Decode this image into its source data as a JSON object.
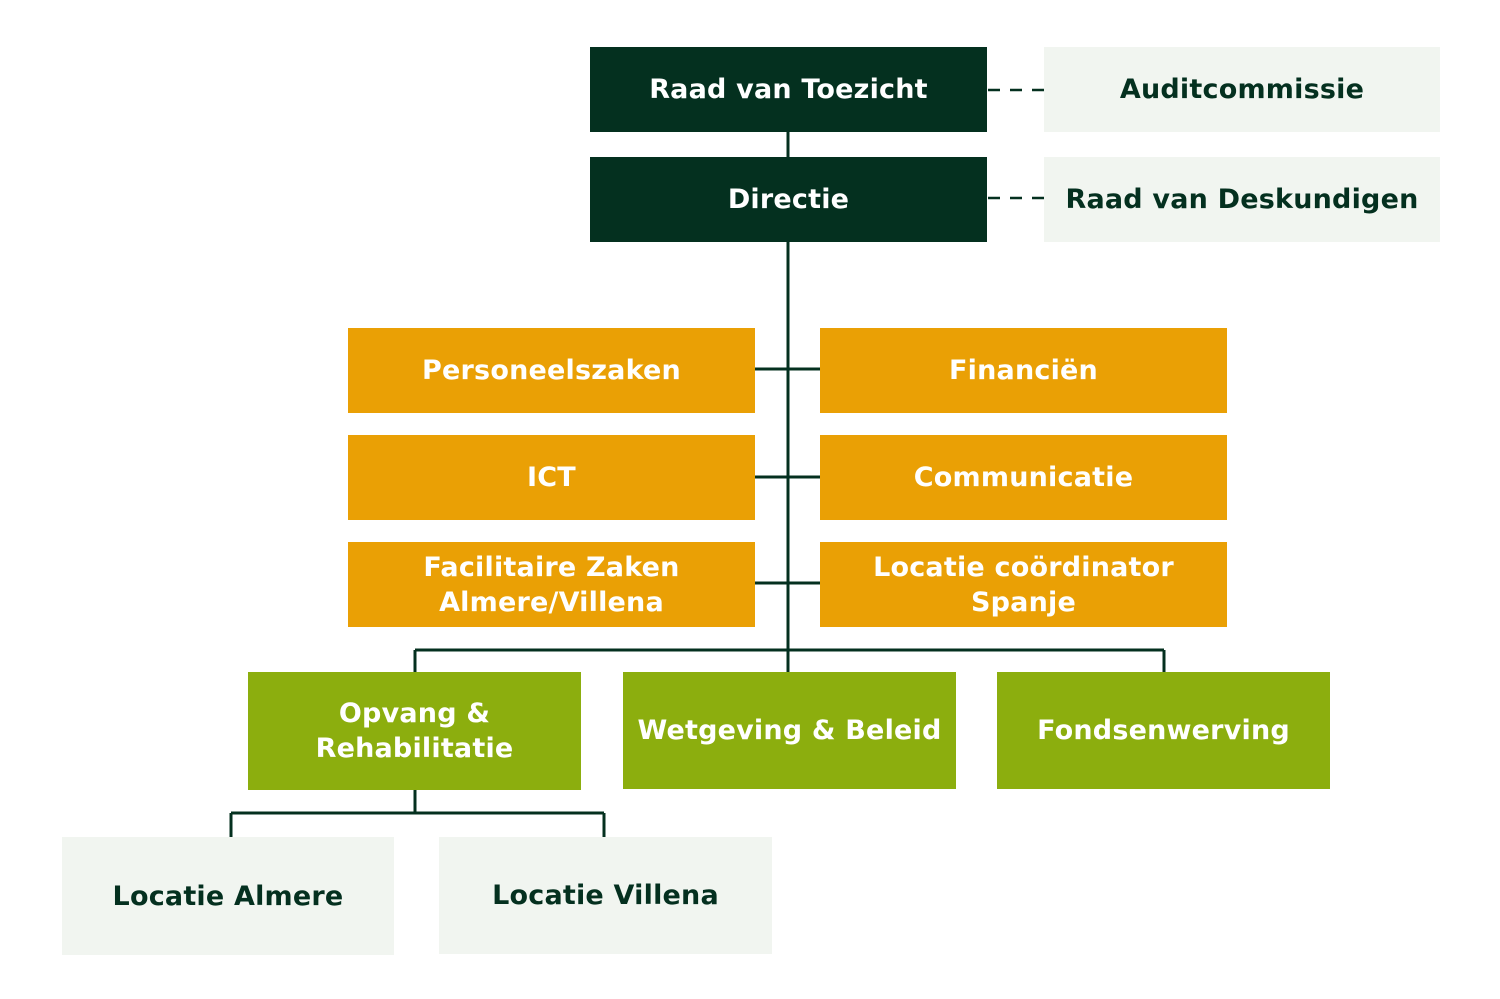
{
  "org_chart": {
    "colors": {
      "dark": "#04301f",
      "light": "#f1f5f0",
      "orange": "#eaa005",
      "green": "#8cae0e",
      "line": "#04301f"
    },
    "top": {
      "board": "Raad van Toezicht",
      "audit": "Auditcommissie",
      "directie": "Directie",
      "experts": "Raad van Deskundigen"
    },
    "staff": {
      "personnel": "Personeelszaken",
      "finance": "Financiën",
      "ict": "ICT",
      "communication": "Communicatie",
      "facilities": "Facilitaire Zaken\nAlmere/Villena",
      "spain_coordinator": "Locatie coördinator\nSpanje"
    },
    "departments": {
      "shelter": "Opvang &\nRehabilitatie",
      "policy": "Wetgeving & Beleid",
      "fundraising": "Fondsenwerving"
    },
    "locations": {
      "almere": "Locatie Almere",
      "villena": "Locatie Villena"
    }
  }
}
